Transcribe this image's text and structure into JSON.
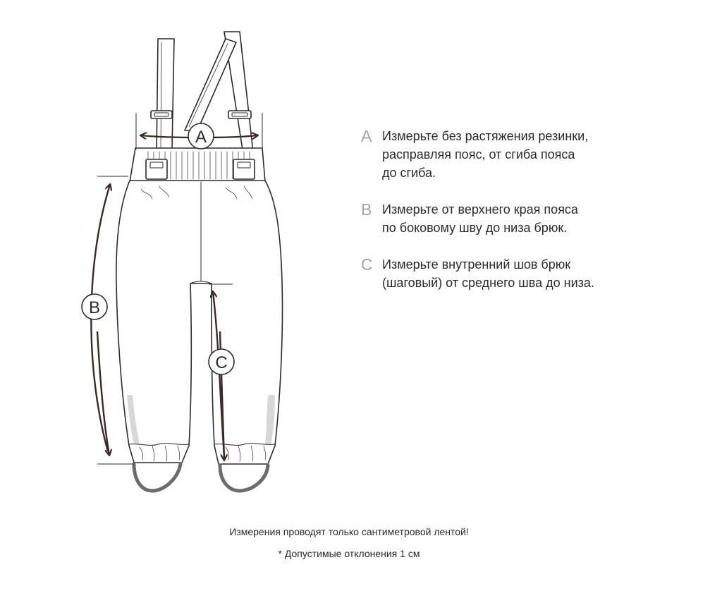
{
  "diagram": {
    "markers": {
      "a": "A",
      "b": "B",
      "c": "C"
    },
    "colors": {
      "outline": "#2b2b2b",
      "arrow": "#3a2a25",
      "legend_letter": "#a3a3a3",
      "shade": "#d8d8d8",
      "foot": "#6b6b6b"
    }
  },
  "legend": [
    {
      "letter": "A",
      "text": "Измерьте без растяжения резинки,\nрасправляя пояс, от сгиба пояса\nдо сгиба."
    },
    {
      "letter": "B",
      "text": "Измерьте от верхнего края пояса\nпо боковому шву до низа брюк."
    },
    {
      "letter": "C",
      "text": "Измерьте внутренний шов брюк\n(шаговый) от среднего шва до низа."
    }
  ],
  "footer": {
    "note": "Измерения проводят только сантиметровой лентой!",
    "tolerance": "* Допустимые отклонения 1 см"
  }
}
